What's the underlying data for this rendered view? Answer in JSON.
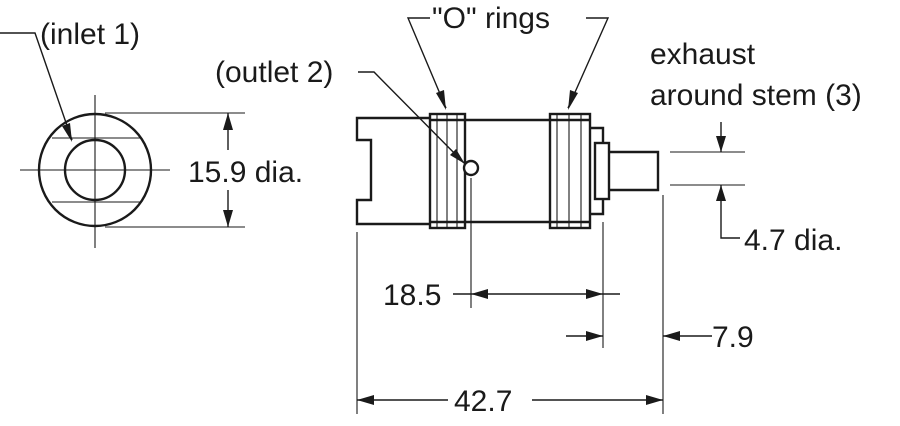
{
  "labels": {
    "inlet": "(inlet 1)",
    "outlet": "(outlet 2)",
    "o_rings": "\"O\" rings",
    "exhaust_line1": "exhaust",
    "exhaust_line2": "around stem (3)",
    "dia_outer": "15.9 dia.",
    "dia_stem": "4.7 dia.",
    "dim_18": "18.5",
    "dim_7": "7.9",
    "dim_42": "42.7"
  }
}
